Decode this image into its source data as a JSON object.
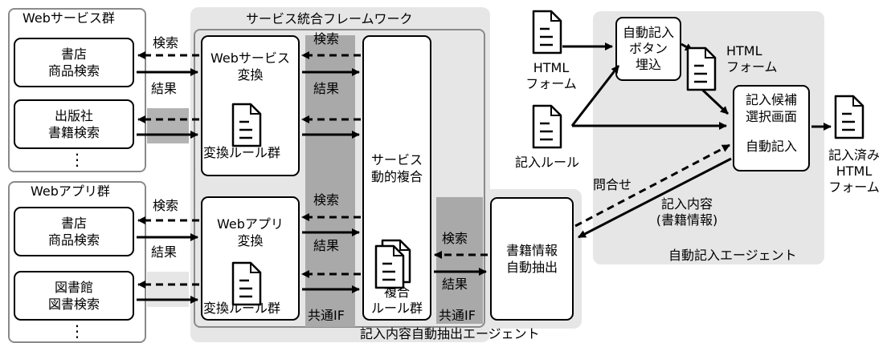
{
  "web_services_group": {
    "title": "Webサービス群",
    "bookstore": "書店\n商品検索",
    "publisher": "出版社\n書籍検索"
  },
  "web_apps_group": {
    "title": "Webアプリ群",
    "bookstore": "書店\n商品検索",
    "library": "図書館\n図書検索"
  },
  "framework": {
    "title": "サービス統合フレームワーク",
    "web_service_convert": "Webサービス\n変換",
    "convert_rules_1": "変換ルール群",
    "web_app_convert": "Webアプリ\n変換",
    "convert_rules_2": "変換ルール群",
    "dynamic_composition": "サービス\n動的複合",
    "composite_rules": "複合\nルール群",
    "common_if_1": "共通IF",
    "common_if_2": "共通IF"
  },
  "extraction_agent": {
    "title": "記入内容自動抽出エージェント",
    "book_info_extract": "書籍情報\n自動抽出"
  },
  "fill_agent": {
    "title": "自動記入エージェント",
    "button_embed": "自動記入\nボタン\n埋込",
    "select_screen": "記入候補\n選択画面",
    "auto_fill": "自動記入"
  },
  "edge_labels": {
    "search_1": "検索",
    "result_1": "結果",
    "search_2": "検索",
    "result_2": "結果",
    "search_3": "検索",
    "result_3": "結果",
    "search_4": "検索",
    "result_4": "結果",
    "search_5": "検索",
    "result_5": "結果",
    "query": "問合せ",
    "fill_content": "記入内容\n(書籍情報)"
  },
  "documents": {
    "html_form_in": "HTML\nフォーム",
    "html_form_mid": "HTML\nフォーム",
    "fill_rules": "記入ルール",
    "filled_form": "記入済み\nHTML\nフォーム"
  },
  "ellipsis": "⋮"
}
